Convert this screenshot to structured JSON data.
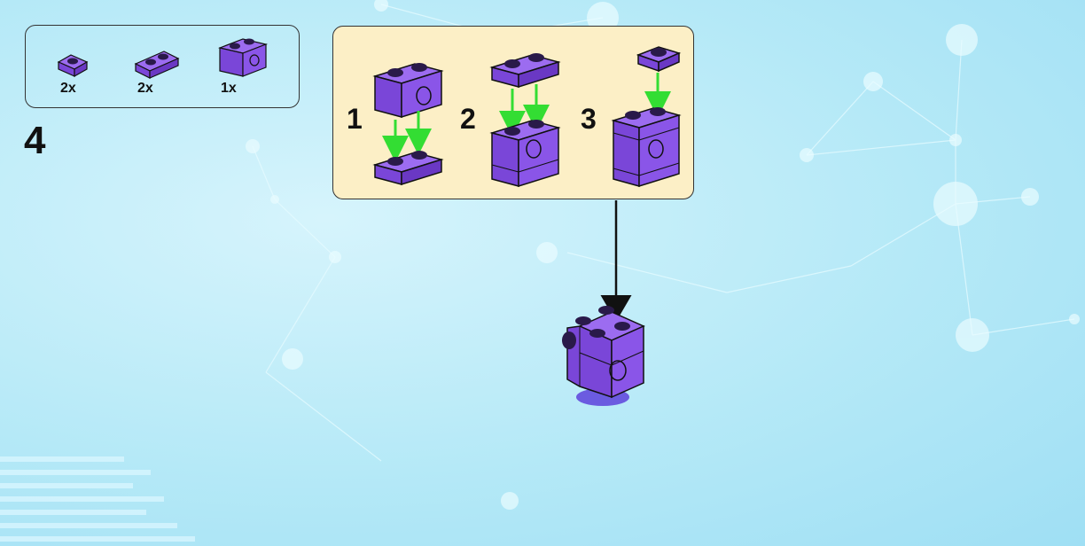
{
  "step": {
    "number": "4"
  },
  "parts": [
    {
      "qty": "2x",
      "piece": "1x1 plate"
    },
    {
      "qty": "2x",
      "piece": "1x2 plate"
    },
    {
      "qty": "1x",
      "piece": "1x2 technic brick with hole"
    }
  ],
  "substeps": [
    "1",
    "2",
    "3"
  ],
  "colors": {
    "brick": "#8a55e8",
    "brick_dark": "#6a38c4",
    "stud": "#2a1a4a",
    "arrow_green": "#33dd33",
    "panel": "#fcefc6"
  }
}
